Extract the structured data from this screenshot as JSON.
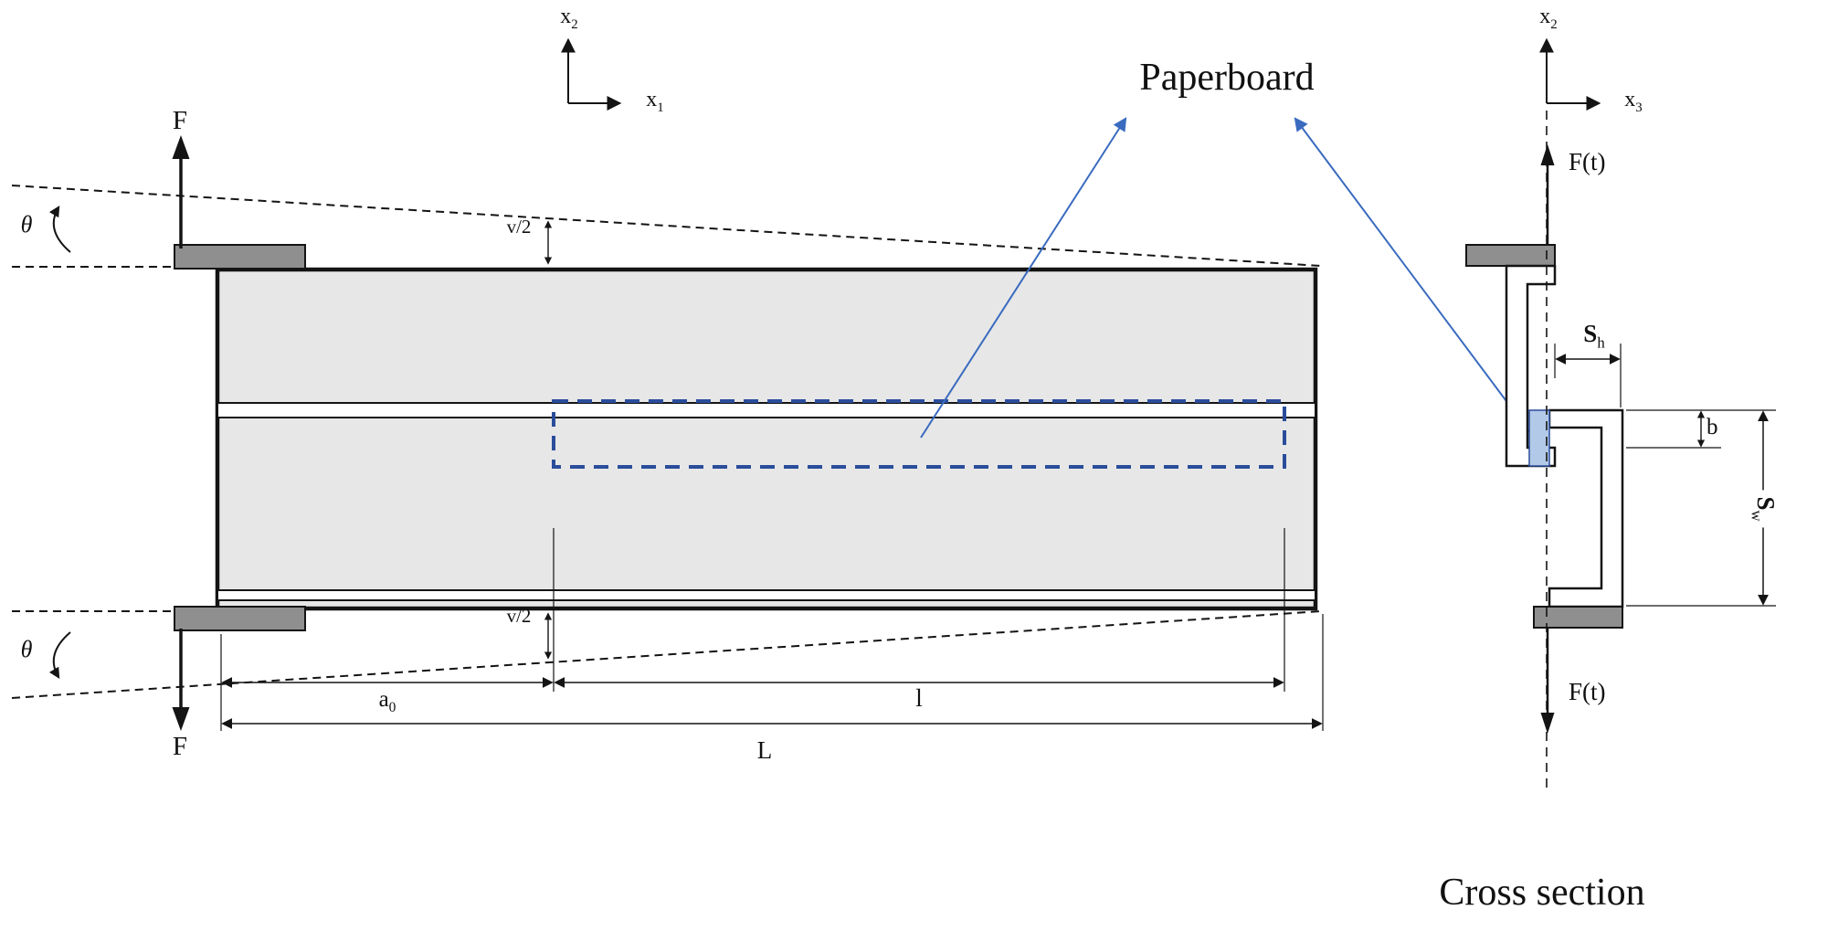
{
  "figure": {
    "annotation_label": "Paperboard",
    "caption": "Cross section"
  },
  "left_view": {
    "axis_x2": {
      "base": "x",
      "sub": "2"
    },
    "axis_x1": {
      "base": "x",
      "sub": "1"
    },
    "force_top": "F",
    "force_bottom": "F",
    "rotation_angle_top": "θ",
    "rotation_angle_bottom": "θ",
    "opening_half_top": "v/2",
    "opening_half_bottom": "v/2",
    "dim_crack_length": {
      "base": "a",
      "sub": "0"
    },
    "dim_paperboard_length": "l",
    "dim_total_length": "L"
  },
  "cross_section_view": {
    "axis_x2": {
      "base": "x",
      "sub": "2"
    },
    "axis_x3": {
      "base": "x",
      "sub": "3"
    },
    "force_top": "F(t)",
    "force_bottom": "F(t)",
    "dim_flange_width": {
      "base": "S",
      "sub": "h"
    },
    "dim_bond_height": "b",
    "dim_web_height": {
      "base": "S",
      "sub": "w"
    }
  },
  "colors": {
    "annotation_blue": "#3a6bbf",
    "paperboard_outline_blue": "#2a4d9b",
    "paperboard_fill": "#b3c9e8",
    "specimen_gray": "#e7e7e7",
    "tab_gray": "#8f8f8f",
    "line_black": "#141414"
  }
}
